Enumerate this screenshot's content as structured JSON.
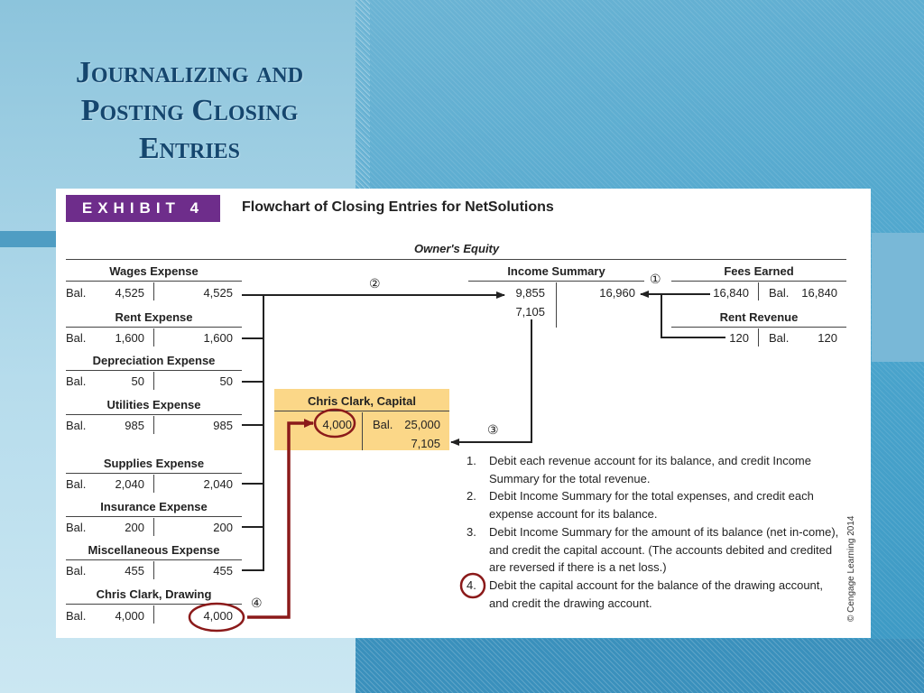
{
  "slide": {
    "title_line1": "Journalizing and",
    "title_line2": "Posting Closing",
    "title_line3": "Entries"
  },
  "exhibit": {
    "badge": "EXHIBIT 4",
    "title": "Flowchart of Closing Entries for NetSolutions",
    "section_label": "Owner's Equity",
    "expense_accounts": [
      {
        "name": "Wages Expense",
        "bal_label": "Bal.",
        "debit": "4,525",
        "credit": "4,525"
      },
      {
        "name": "Rent Expense",
        "bal_label": "Bal.",
        "debit": "1,600",
        "credit": "1,600"
      },
      {
        "name": "Depreciation Expense",
        "bal_label": "Bal.",
        "debit": "50",
        "credit": "50"
      },
      {
        "name": "Utilities Expense",
        "bal_label": "Bal.",
        "debit": "985",
        "credit": "985"
      },
      {
        "name": "Supplies Expense",
        "bal_label": "Bal.",
        "debit": "2,040",
        "credit": "2,040"
      },
      {
        "name": "Insurance Expense",
        "bal_label": "Bal.",
        "debit": "200",
        "credit": "200"
      },
      {
        "name": "Miscellaneous Expense",
        "bal_label": "Bal.",
        "debit": "455",
        "credit": "455"
      },
      {
        "name": "Chris Clark, Drawing",
        "bal_label": "Bal.",
        "debit": "4,000",
        "credit": "4,000"
      }
    ],
    "income_summary": {
      "name": "Income Summary",
      "debit_1": "9,855",
      "debit_2": "7,105",
      "credit_1": "16,960"
    },
    "fees_earned": {
      "name": "Fees Earned",
      "debit": "16,840",
      "bal_label": "Bal.",
      "credit": "16,840"
    },
    "rent_revenue": {
      "name": "Rent Revenue",
      "debit": "120",
      "bal_label": "Bal.",
      "credit": "120"
    },
    "capital": {
      "name": "Chris Clark, Capital",
      "debit": "4,000",
      "bal_label": "Bal.",
      "credit_1": "25,000",
      "credit_2": "7,105"
    },
    "step_markers": [
      "①",
      "②",
      "③",
      "④"
    ],
    "notes": [
      {
        "num": "1.",
        "text": "Debit each revenue account for its balance, and credit Income Summary for the total revenue."
      },
      {
        "num": "2.",
        "text": "Debit Income Summary for the total expenses, and credit each expense account for its balance."
      },
      {
        "num": "3.",
        "text": "Debit Income Summary for the amount of its balance (net in-come), and credit the capital account. (The accounts debited and credited are reversed if there is a net loss.)"
      },
      {
        "num": "4.",
        "text": "Debit the capital account for the balance of the drawing account, and credit the drawing account."
      }
    ],
    "copyright": "© Cengage Learning 2014",
    "colors": {
      "badge": "#6e2d8b",
      "capital_box": "#fbd788",
      "highlight": "#8b1a1a",
      "title_text": "#15466e"
    }
  }
}
